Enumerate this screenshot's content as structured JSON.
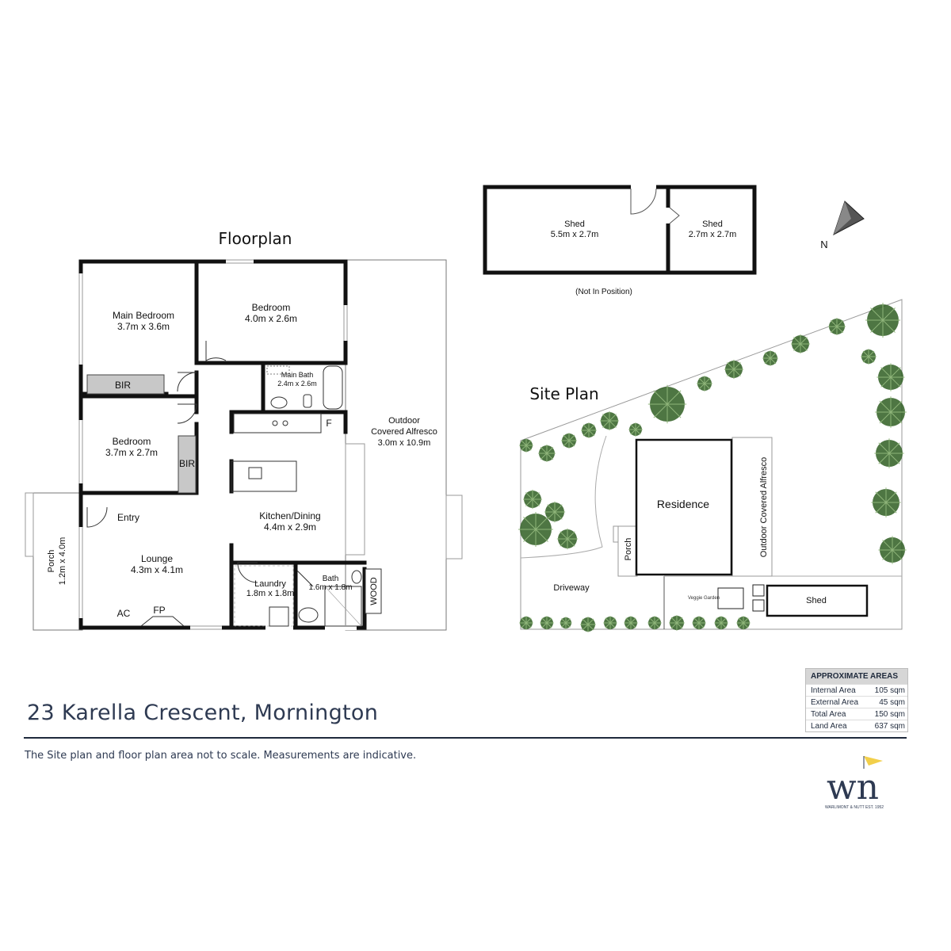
{
  "floorplan": {
    "title": "Floorplan",
    "rooms": [
      {
        "name": "Main Bedroom",
        "size": "3.7m x 3.6m"
      },
      {
        "name": "Bedroom",
        "size": "4.0m x 2.6m"
      },
      {
        "name": "Main Bath",
        "size": "2.4m x 2.6m"
      },
      {
        "name": "Bedroom",
        "size": "3.7m x 2.7m"
      },
      {
        "name": "Outdoor",
        "name2": "Covered Alfresco",
        "size": "3.0m x 10.9m"
      },
      {
        "name": "Kitchen/Dining",
        "size": "4.4m x 2.9m"
      },
      {
        "name": "Lounge",
        "size": "4.3m x 4.1m"
      },
      {
        "name": "Laundry",
        "size": "1.8m x 1.8m"
      },
      {
        "name": "Bath",
        "size": "1.6m x 1.8m"
      },
      {
        "name": "Porch",
        "size": "1.2m x 4.0m"
      }
    ],
    "labels": {
      "bir1": "BIR",
      "bir2": "BIR",
      "entry": "Entry",
      "ac": "AC",
      "fp": "FP",
      "fridge": "F",
      "wood": "WOOD"
    }
  },
  "sheds": {
    "shed1": {
      "name": "Shed",
      "size": "5.5m x 2.7m"
    },
    "shed2": {
      "name": "Shed",
      "size": "2.7m x 2.7m"
    },
    "note": "(Not In Position)"
  },
  "compass": {
    "label": "N"
  },
  "siteplan": {
    "title": "Site Plan",
    "residence": "Residence",
    "alfresco": "Outdoor Covered Alfresco",
    "porch": "Porch",
    "driveway": "Driveway",
    "veggie": "Veggie Garden",
    "shed": "Shed"
  },
  "address": "23 Karella Crescent, Mornington",
  "disclaimer": "The Site plan and floor plan area not to scale. Measurements are indicative.",
  "areas": {
    "title": "APPROXIMATE AREAS",
    "rows": [
      {
        "label": "Internal Area",
        "value": "105 sqm"
      },
      {
        "label": "External Area",
        "value": "45 sqm"
      },
      {
        "label": "Total Area",
        "value": "150 sqm"
      },
      {
        "label": "Land Area",
        "value": "637 sqm"
      }
    ]
  },
  "logo": {
    "mark": "wn",
    "tagline": "WARLIMONT & NUTT EST. 1952"
  },
  "colors": {
    "wall": "#111111",
    "bir_fill": "#c8c8c8",
    "text_dark": "#2e3a52",
    "logo_flag": "#f2cf4a",
    "tree": "#2f5e22"
  }
}
